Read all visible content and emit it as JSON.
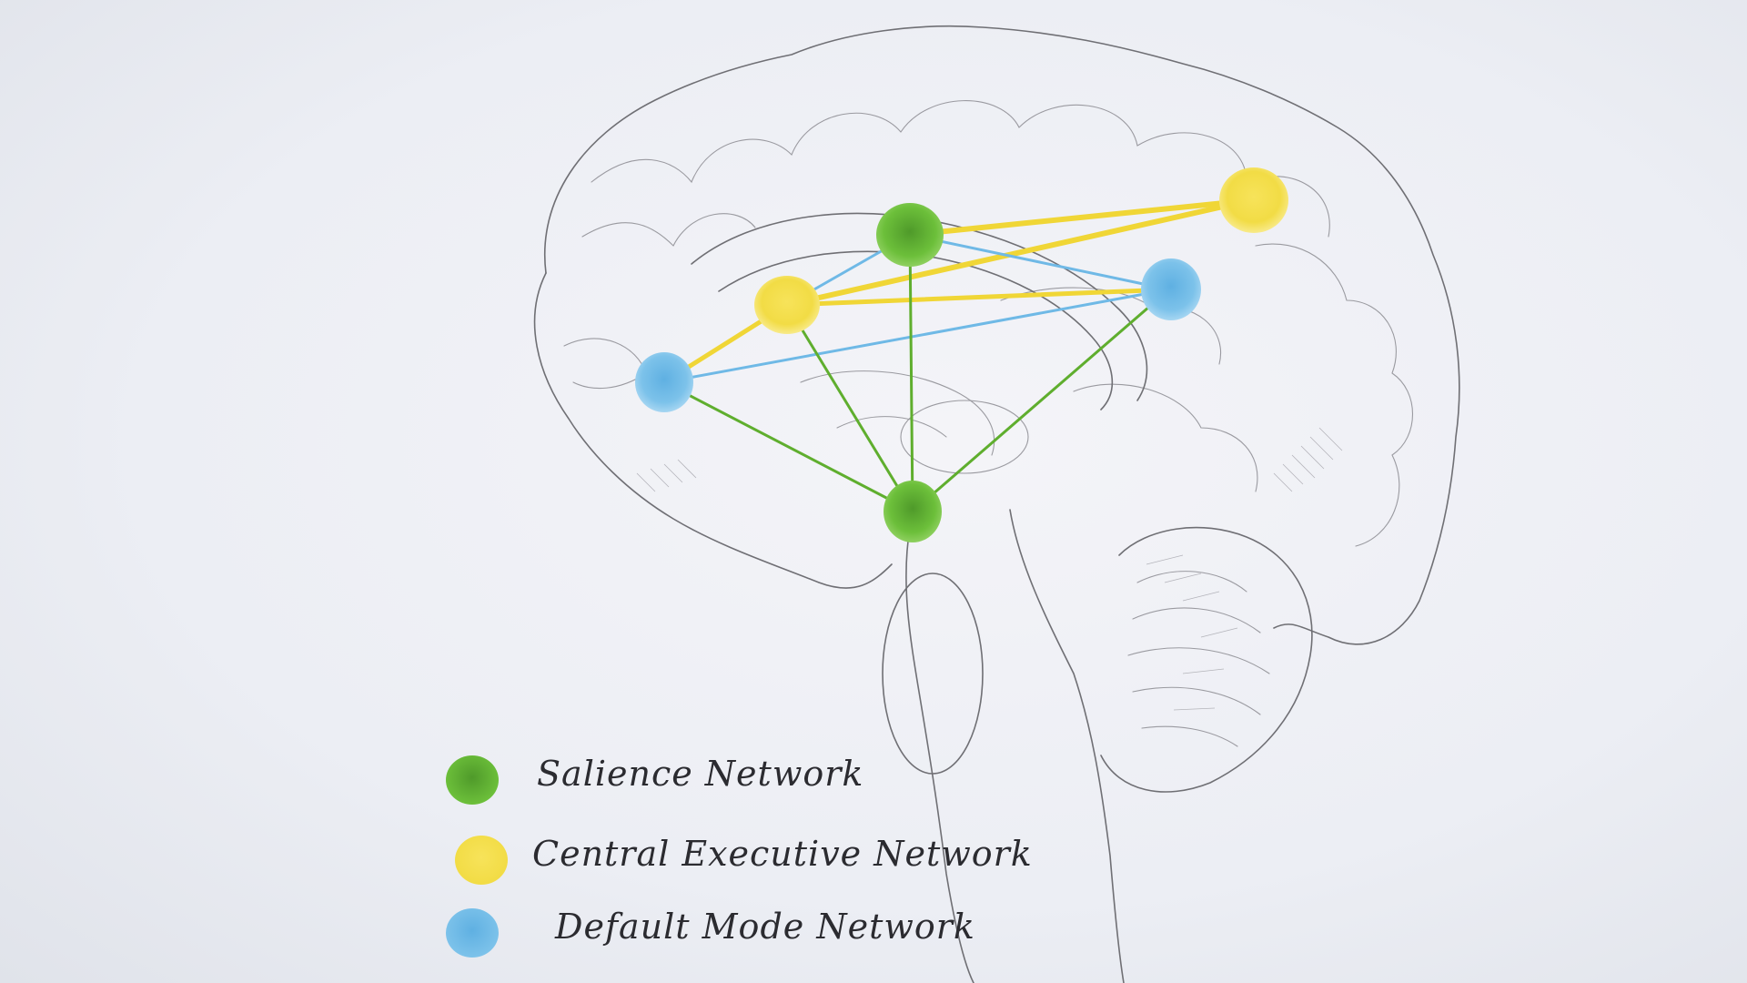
{
  "legend": {
    "items": [
      {
        "label": "Salience Network",
        "color": "#6cbf3a"
      },
      {
        "label": "Central Executive Network",
        "color": "#f2dc45"
      },
      {
        "label": "Default Mode Network",
        "color": "#7cc2ea"
      }
    ]
  },
  "network_colors": {
    "salience": "#6cbf3a",
    "central_executive": "#f2dc45",
    "default_mode": "#7cc2ea"
  }
}
